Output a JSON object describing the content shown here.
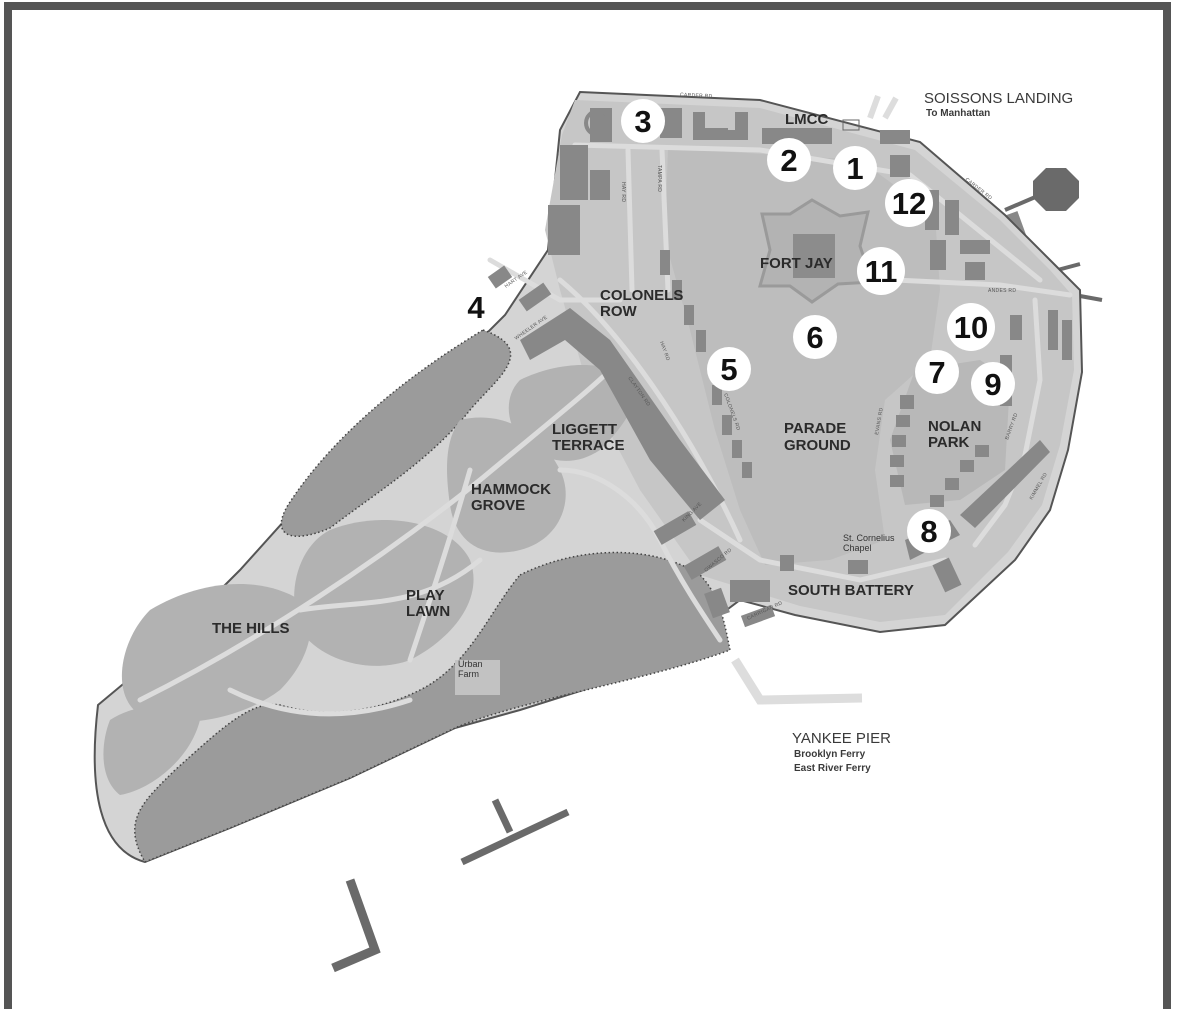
{
  "colors": {
    "frame": "#555555",
    "island": "#d4d4d4",
    "land_light": "#bfbfbf",
    "lawn": "#b2b2b2",
    "construction": "#9b9b9b",
    "building": "#888888",
    "water_pier": "#6a6a6a",
    "marker_fill": "#ffffff"
  },
  "areas": {
    "lmcc": "LMCC",
    "fort_jay": "FORT JAY",
    "colonels_row_1": "COLONELS",
    "colonels_row_2": "ROW",
    "parade_1": "PARADE",
    "parade_2": "GROUND",
    "nolan_1": "NOLAN",
    "nolan_2": "PARK",
    "liggett_1": "LIGGETT",
    "liggett_2": "TERRACE",
    "hammock_1": "HAMMOCK",
    "hammock_2": "GROVE",
    "play_1": "PLAY",
    "play_2": "LAWN",
    "hills": "THE HILLS",
    "south_battery": "SOUTH BATTERY",
    "chapel_1": "St. Cornelius",
    "chapel_2": "Chapel",
    "farm_1": "Urban",
    "farm_2": "Farm"
  },
  "piers": {
    "soissons_title": "SOISSONS LANDING",
    "soissons_sub": "To Manhattan",
    "yankee_title": "YANKEE PIER",
    "yankee_sub1": "Brooklyn Ferry",
    "yankee_sub2": "East River Ferry"
  },
  "roads": {
    "carder": "CARDER RD",
    "carder2": "CARDER RD",
    "hay": "HAY RD",
    "tampa": "TAMPA RD",
    "andes": "ANDES RD",
    "barry": "BARRY RD",
    "kimmel": "KIMMEL RD",
    "evans": "EVANS RD",
    "wheeler": "WHEELER AVE",
    "hart": "HART AVE",
    "clayton": "CLAYTON RD",
    "king": "KING AVE",
    "owasco": "OWASCO RD",
    "carrigan": "CARRIGAN RD",
    "hay2": "HAY RD",
    "col_road": "COLONELS RD"
  },
  "markers": [
    {
      "id": "1",
      "label": "1"
    },
    {
      "id": "2",
      "label": "2"
    },
    {
      "id": "3",
      "label": "3"
    },
    {
      "id": "4",
      "label": "4"
    },
    {
      "id": "5",
      "label": "5"
    },
    {
      "id": "6",
      "label": "6"
    },
    {
      "id": "7",
      "label": "7"
    },
    {
      "id": "8",
      "label": "8"
    },
    {
      "id": "9",
      "label": "9"
    },
    {
      "id": "10",
      "label": "10"
    },
    {
      "id": "11",
      "label": "11"
    },
    {
      "id": "12",
      "label": "12"
    }
  ]
}
